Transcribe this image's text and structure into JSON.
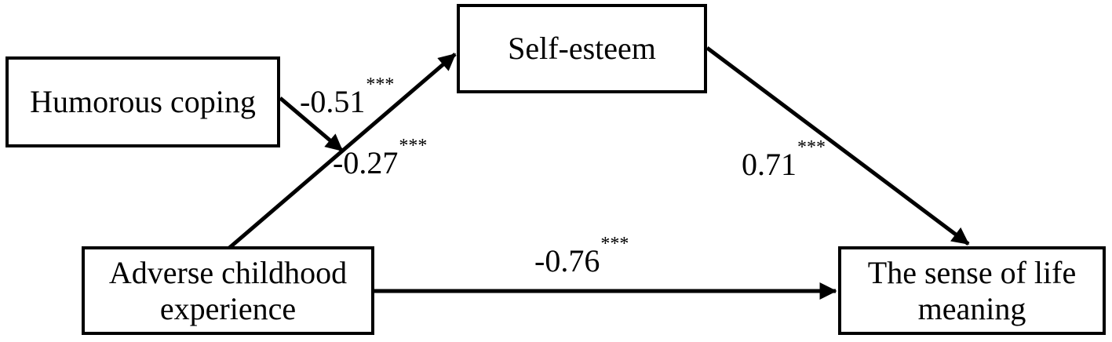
{
  "diagram": {
    "type": "mediation-path-model",
    "background_color": "#ffffff",
    "line_color": "#000000",
    "nodes": [
      {
        "id": "humorous-coping",
        "label": "Humorous coping"
      },
      {
        "id": "self-esteem",
        "label": "Self-esteem"
      },
      {
        "id": "adverse-childhood-experience",
        "label": "Adverse childhood\nexperience"
      },
      {
        "id": "sense-of-life-meaning",
        "label": "The sense of life\nmeaning"
      }
    ],
    "paths": [
      {
        "from": "Humorous coping",
        "to": "Adverse childhood experience → Self-esteem path",
        "coefficient": "-0.51",
        "significance": "***"
      },
      {
        "from": "Adverse childhood experience",
        "to": "Self-esteem",
        "coefficient": "-0.27",
        "significance": "***"
      },
      {
        "from": "Self-esteem",
        "to": "The sense of life meaning",
        "coefficient": "0.71",
        "significance": "***"
      },
      {
        "from": "Adverse childhood experience",
        "to": "The sense of life meaning",
        "coefficient": "-0.76",
        "significance": "***"
      }
    ]
  }
}
